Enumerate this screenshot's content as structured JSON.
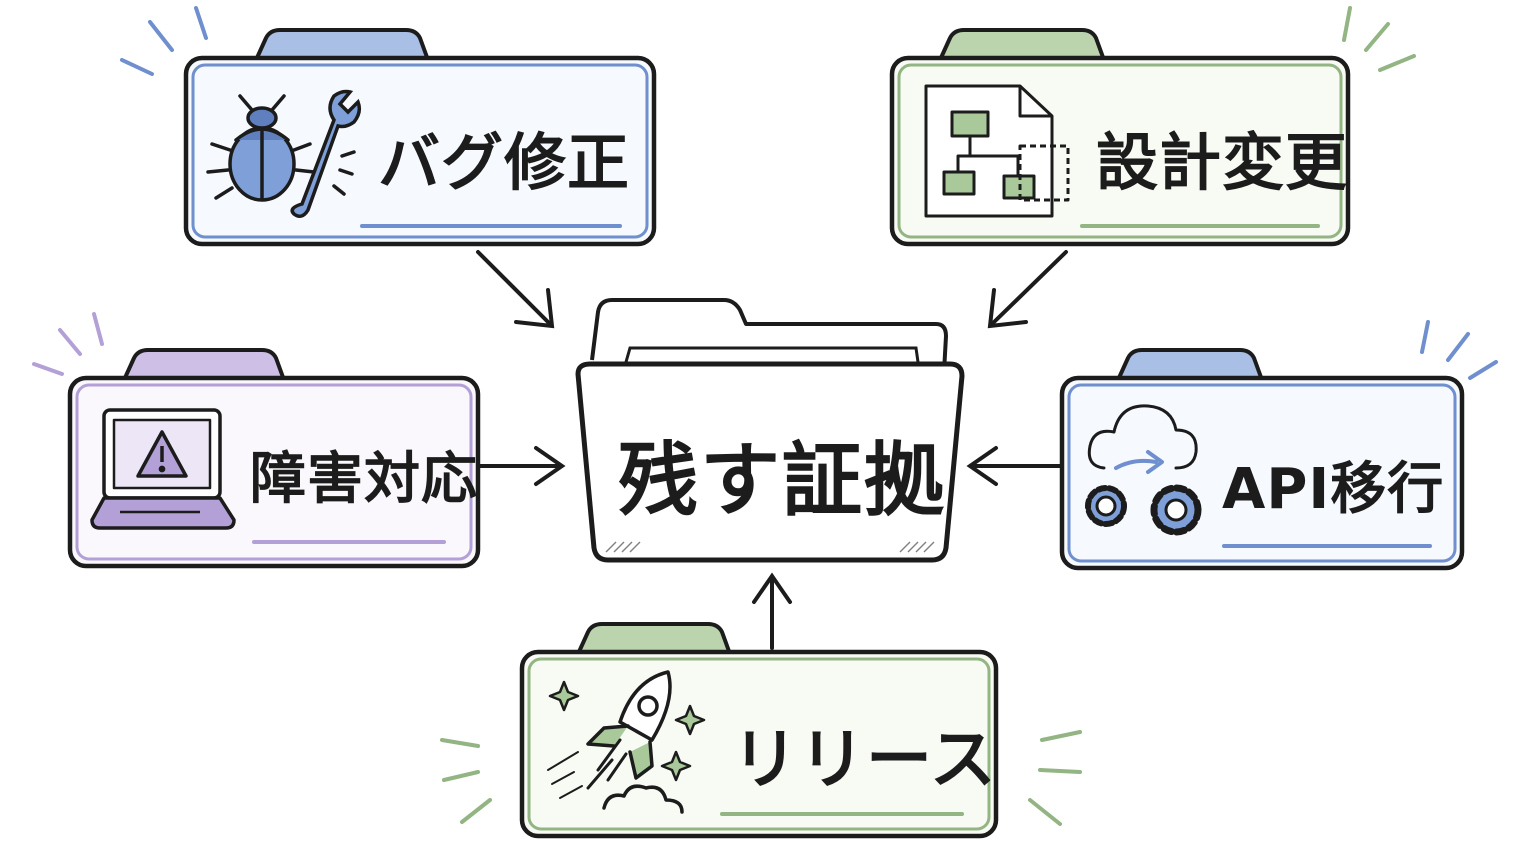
{
  "center": {
    "label": "残す証拠"
  },
  "folders": [
    {
      "key": "bug-fix",
      "label": "バグ修正",
      "accent": "#6f8fcf",
      "icon": "bug-wrench-icon"
    },
    {
      "key": "design-change",
      "label": "設計変更",
      "accent": "#93b483",
      "icon": "flowchart-document-icon"
    },
    {
      "key": "incident-response",
      "label": "障害対応",
      "accent": "#b3a0d6",
      "icon": "laptop-warning-icon"
    },
    {
      "key": "api-migration",
      "label": "API移行",
      "accent": "#6f8fcf",
      "icon": "cloud-gears-icon"
    },
    {
      "key": "release",
      "label": "リリース",
      "accent": "#93b483",
      "icon": "rocket-icon"
    }
  ],
  "colors": {
    "ink": "#1c1c1c",
    "blue": "#6f8fcf",
    "green": "#93b483",
    "purple": "#b3a0d6",
    "blue_fill": "#f6f9fe",
    "green_fill": "#f8fbf4",
    "purple_fill": "#faf8fd"
  }
}
